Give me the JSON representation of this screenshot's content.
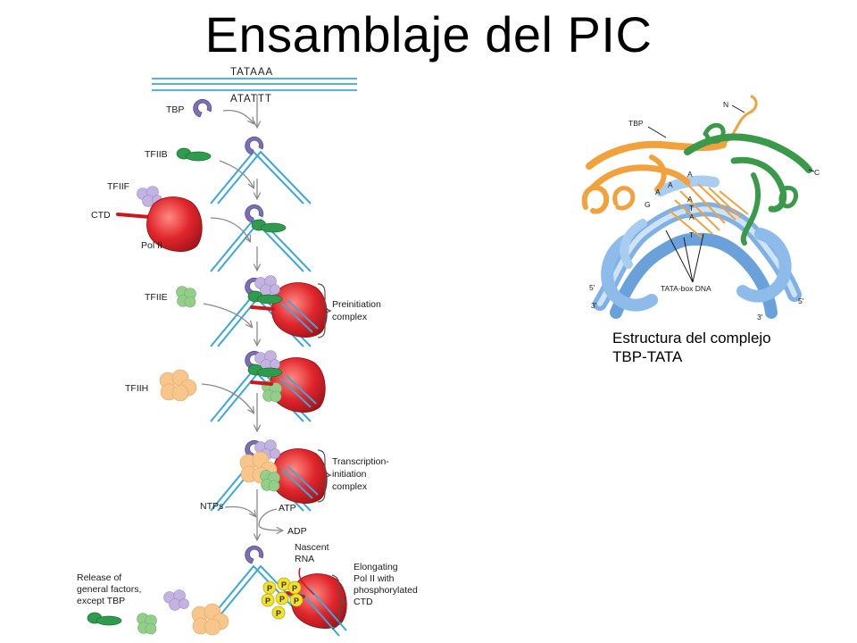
{
  "slide": {
    "title": "Ensamblaje del PIC",
    "caption_line1": "Estructura del complejo",
    "caption_line2": "TBP-TATA"
  },
  "pathway": {
    "dna_top": "TATAAA",
    "dna_bottom": "ATATTT",
    "factors": {
      "tbp": "TBP",
      "tfiib": "TFIIB",
      "tfiif": "TFIIF",
      "ctd": "CTD",
      "pol2": "Pol II",
      "tfiie": "TFIIE",
      "tfiih": "TFIIH"
    },
    "preinitiation": [
      "Preinitiation",
      "complex"
    ],
    "initiation": [
      "Transcription-",
      "initiation",
      "complex"
    ],
    "ntps": "NTPs",
    "atp": "ATP",
    "adp": "ADP",
    "nascent_rna": [
      "Nascent",
      "RNA"
    ],
    "elongating": [
      "Elongating",
      "Pol II with",
      "phosphorylated",
      "CTD"
    ],
    "release": [
      "Release of",
      "general factors,",
      "except TBP"
    ],
    "phospho_mark": "P"
  },
  "structure": {
    "tbp": "TBP",
    "n_term": "N",
    "c_term": "C",
    "tata_box": "TATA-box DNA",
    "end_5_left": "5'",
    "end_3_left": "3'",
    "end_5_right": "5'",
    "end_3_right": "3'",
    "bases": [
      "A",
      "A",
      "A",
      "G",
      "A",
      "T",
      "A",
      "T"
    ]
  },
  "colors": {
    "dna": "#3aa7e0",
    "tbp": "#7d6fb4",
    "tfiib": "#2f9b4d",
    "tfiif": "#c2b3e0",
    "pol2": "#e0262c",
    "tfiie": "#93cf8a",
    "tfiih": "#f8c58b",
    "phospho": "#f2e32a",
    "arrow": "#8a8a8a",
    "ribbon_tbp_orange": "#f2a23c",
    "ribbon_tbp_green": "#3a9a4a",
    "ribbon_dna": "#7fb1e6"
  }
}
